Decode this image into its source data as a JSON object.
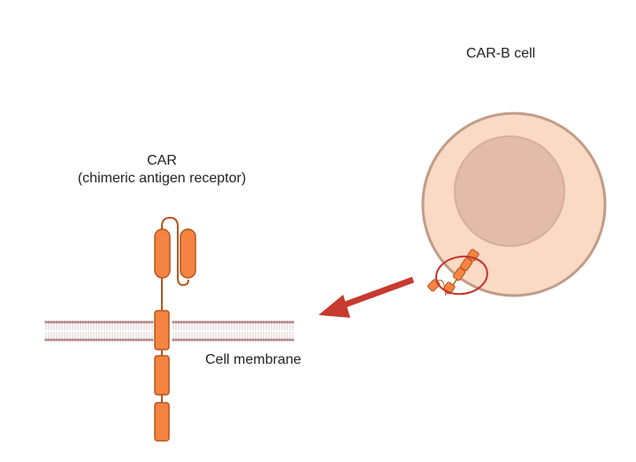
{
  "labels": {
    "car_title": "CAR",
    "car_subtitle": "(chimeric antigen receptor)",
    "cell_membrane": "Cell membrane",
    "car_b_cell": "CAR-B cell"
  },
  "colors": {
    "domain_fill": "#f58442",
    "domain_stroke": "#b6541d",
    "membrane": "#b58a8a",
    "cell_fill": "#fad9c5",
    "cell_stroke": "#c19c86",
    "nucleus_fill": "#e2bba9",
    "nucleus_stroke": "#d7ae9b",
    "highlight": "#c0342d",
    "arrow": "#c73a2f"
  }
}
